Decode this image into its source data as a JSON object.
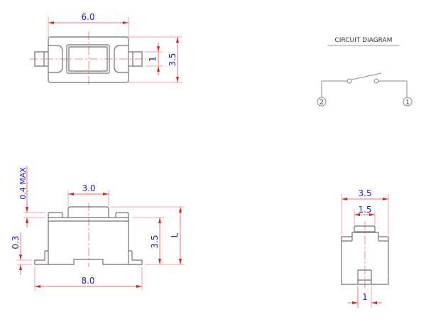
{
  "top_view": {
    "width_dim": "6.0",
    "height_dim": "3.5",
    "lead_dim": "1"
  },
  "side_view": {
    "actuator_dim": "3.0",
    "stem_dim": "0.4 MAX",
    "lead_thickness_dim": "0.3",
    "overall_width_dim": "8.0",
    "body_height_dim": "3.5",
    "total_height_dim": "L"
  },
  "front_view": {
    "body_width_dim": "3.5",
    "actuator_width_dim": "1.5",
    "lead_width_dim": "1"
  },
  "circuit": {
    "title": "CIRCUIT DIAGRAM",
    "terminal_left": "2",
    "terminal_right": "1"
  },
  "colors": {
    "outline": "#707070",
    "dimension_line": "#f07070",
    "dimension_text": "#1e1ec8"
  }
}
